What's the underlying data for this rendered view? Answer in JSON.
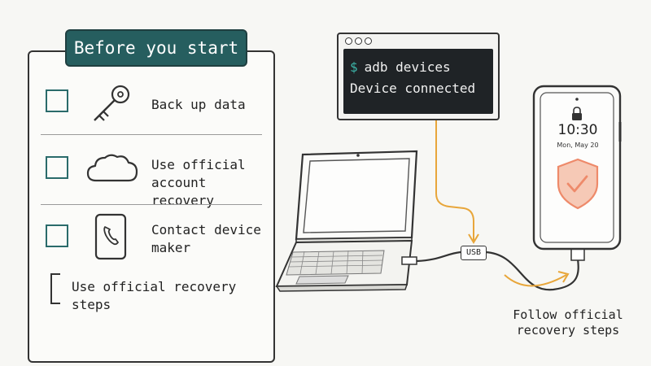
{
  "checklist": {
    "title": "Before you start",
    "items": [
      {
        "label": "Back up data",
        "icon": "key-icon",
        "checked": false
      },
      {
        "label": "Use official\naccount recovery",
        "icon": "cloud-icon",
        "checked": false
      },
      {
        "label": "Contact device\nmaker",
        "icon": "phone-call-icon",
        "checked": false
      }
    ],
    "footer": "Use official recovery steps"
  },
  "terminal": {
    "prompt": "$",
    "command": "adb devices",
    "output": "Device connected"
  },
  "cable": {
    "label": "USB"
  },
  "phone": {
    "time": "10:30",
    "date": "Mon, May 20",
    "lock_icon": "lock-icon",
    "shield_icon": "shield-check-icon"
  },
  "caption": "Follow official\nrecovery steps",
  "colors": {
    "title_bg": "#265e5f",
    "checkbox": "#2a6b6b",
    "terminal_bg": "#1f2326",
    "prompt": "#3cb4a8",
    "arrow": "#e8a63a",
    "shield": "#ee8a6a"
  }
}
